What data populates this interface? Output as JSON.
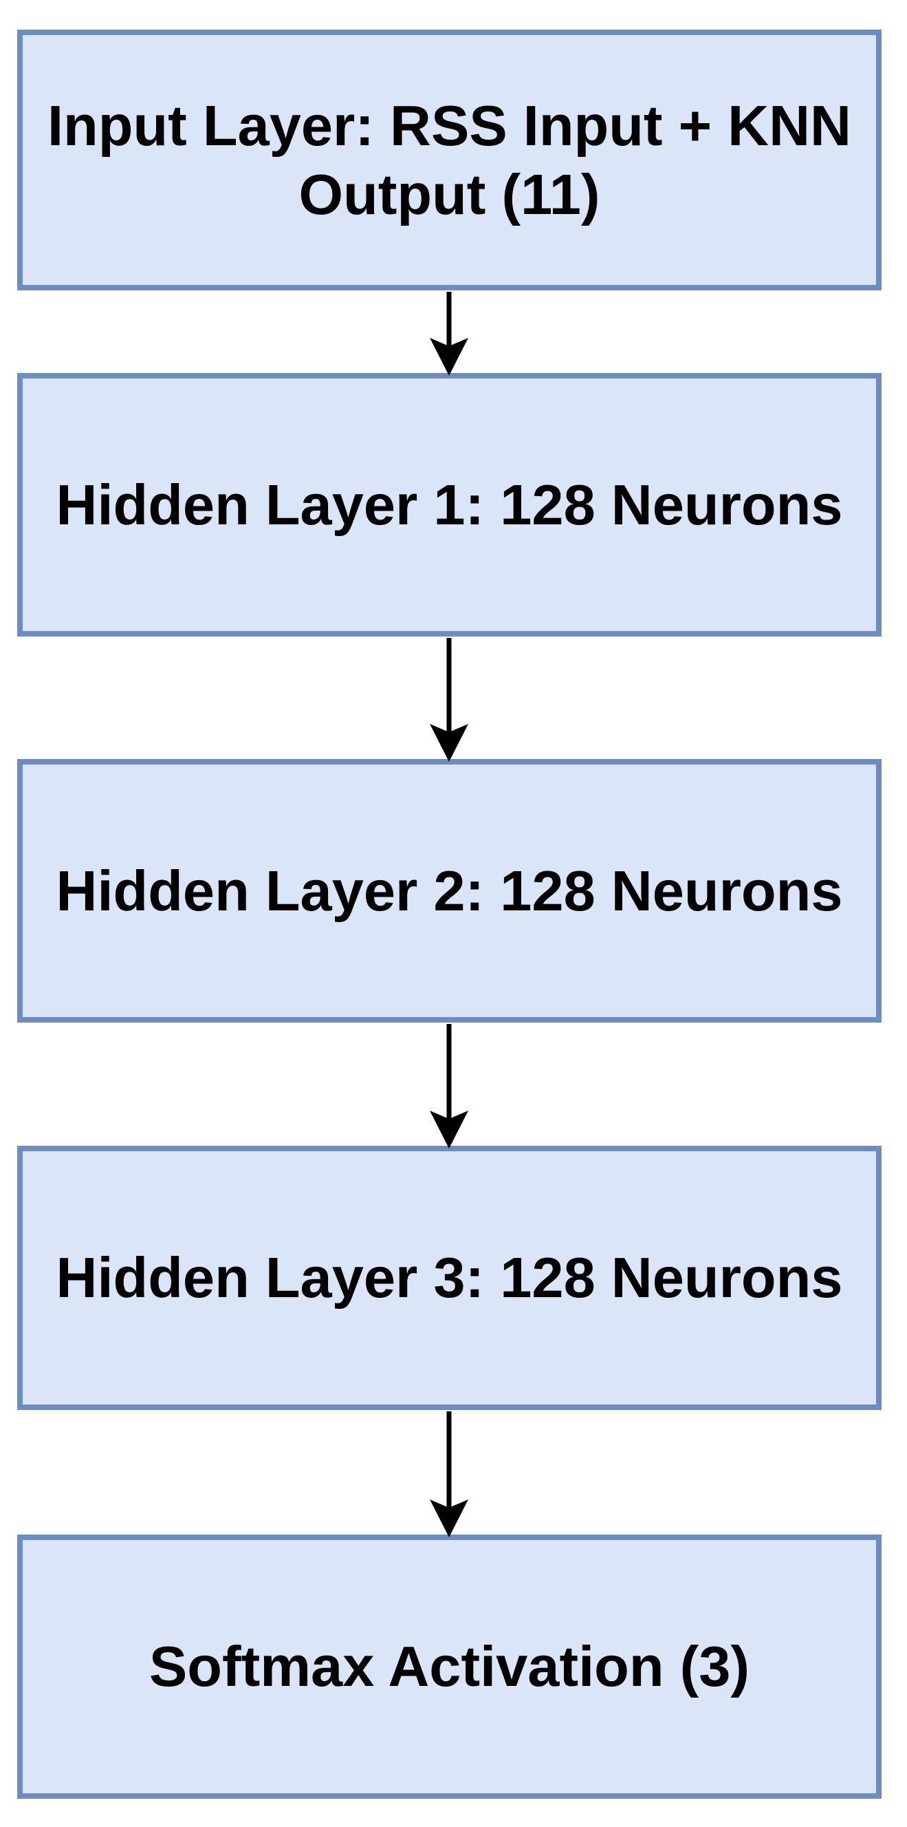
{
  "diagram": {
    "type": "flowchart",
    "colors": {
      "background": "#ffffff",
      "node_fill": "#dae6f8",
      "node_border": "#6d8dc0",
      "arrow": "#000000",
      "text": "#000000"
    },
    "nodes": [
      {
        "id": "input-layer",
        "label": "Input Layer: RSS Input + KNN\nOutput (11)"
      },
      {
        "id": "hidden-layer-1",
        "label": "Hidden Layer 1: 128 Neurons"
      },
      {
        "id": "hidden-layer-2",
        "label": "Hidden Layer 2: 128 Neurons"
      },
      {
        "id": "hidden-layer-3",
        "label": "Hidden Layer 3: 128 Neurons"
      },
      {
        "id": "softmax-output",
        "label": "Softmax Activation (3)"
      }
    ],
    "connections": [
      {
        "from": "input-layer",
        "to": "hidden-layer-1"
      },
      {
        "from": "hidden-layer-1",
        "to": "hidden-layer-2"
      },
      {
        "from": "hidden-layer-2",
        "to": "hidden-layer-3"
      },
      {
        "from": "hidden-layer-3",
        "to": "softmax-output"
      }
    ]
  }
}
